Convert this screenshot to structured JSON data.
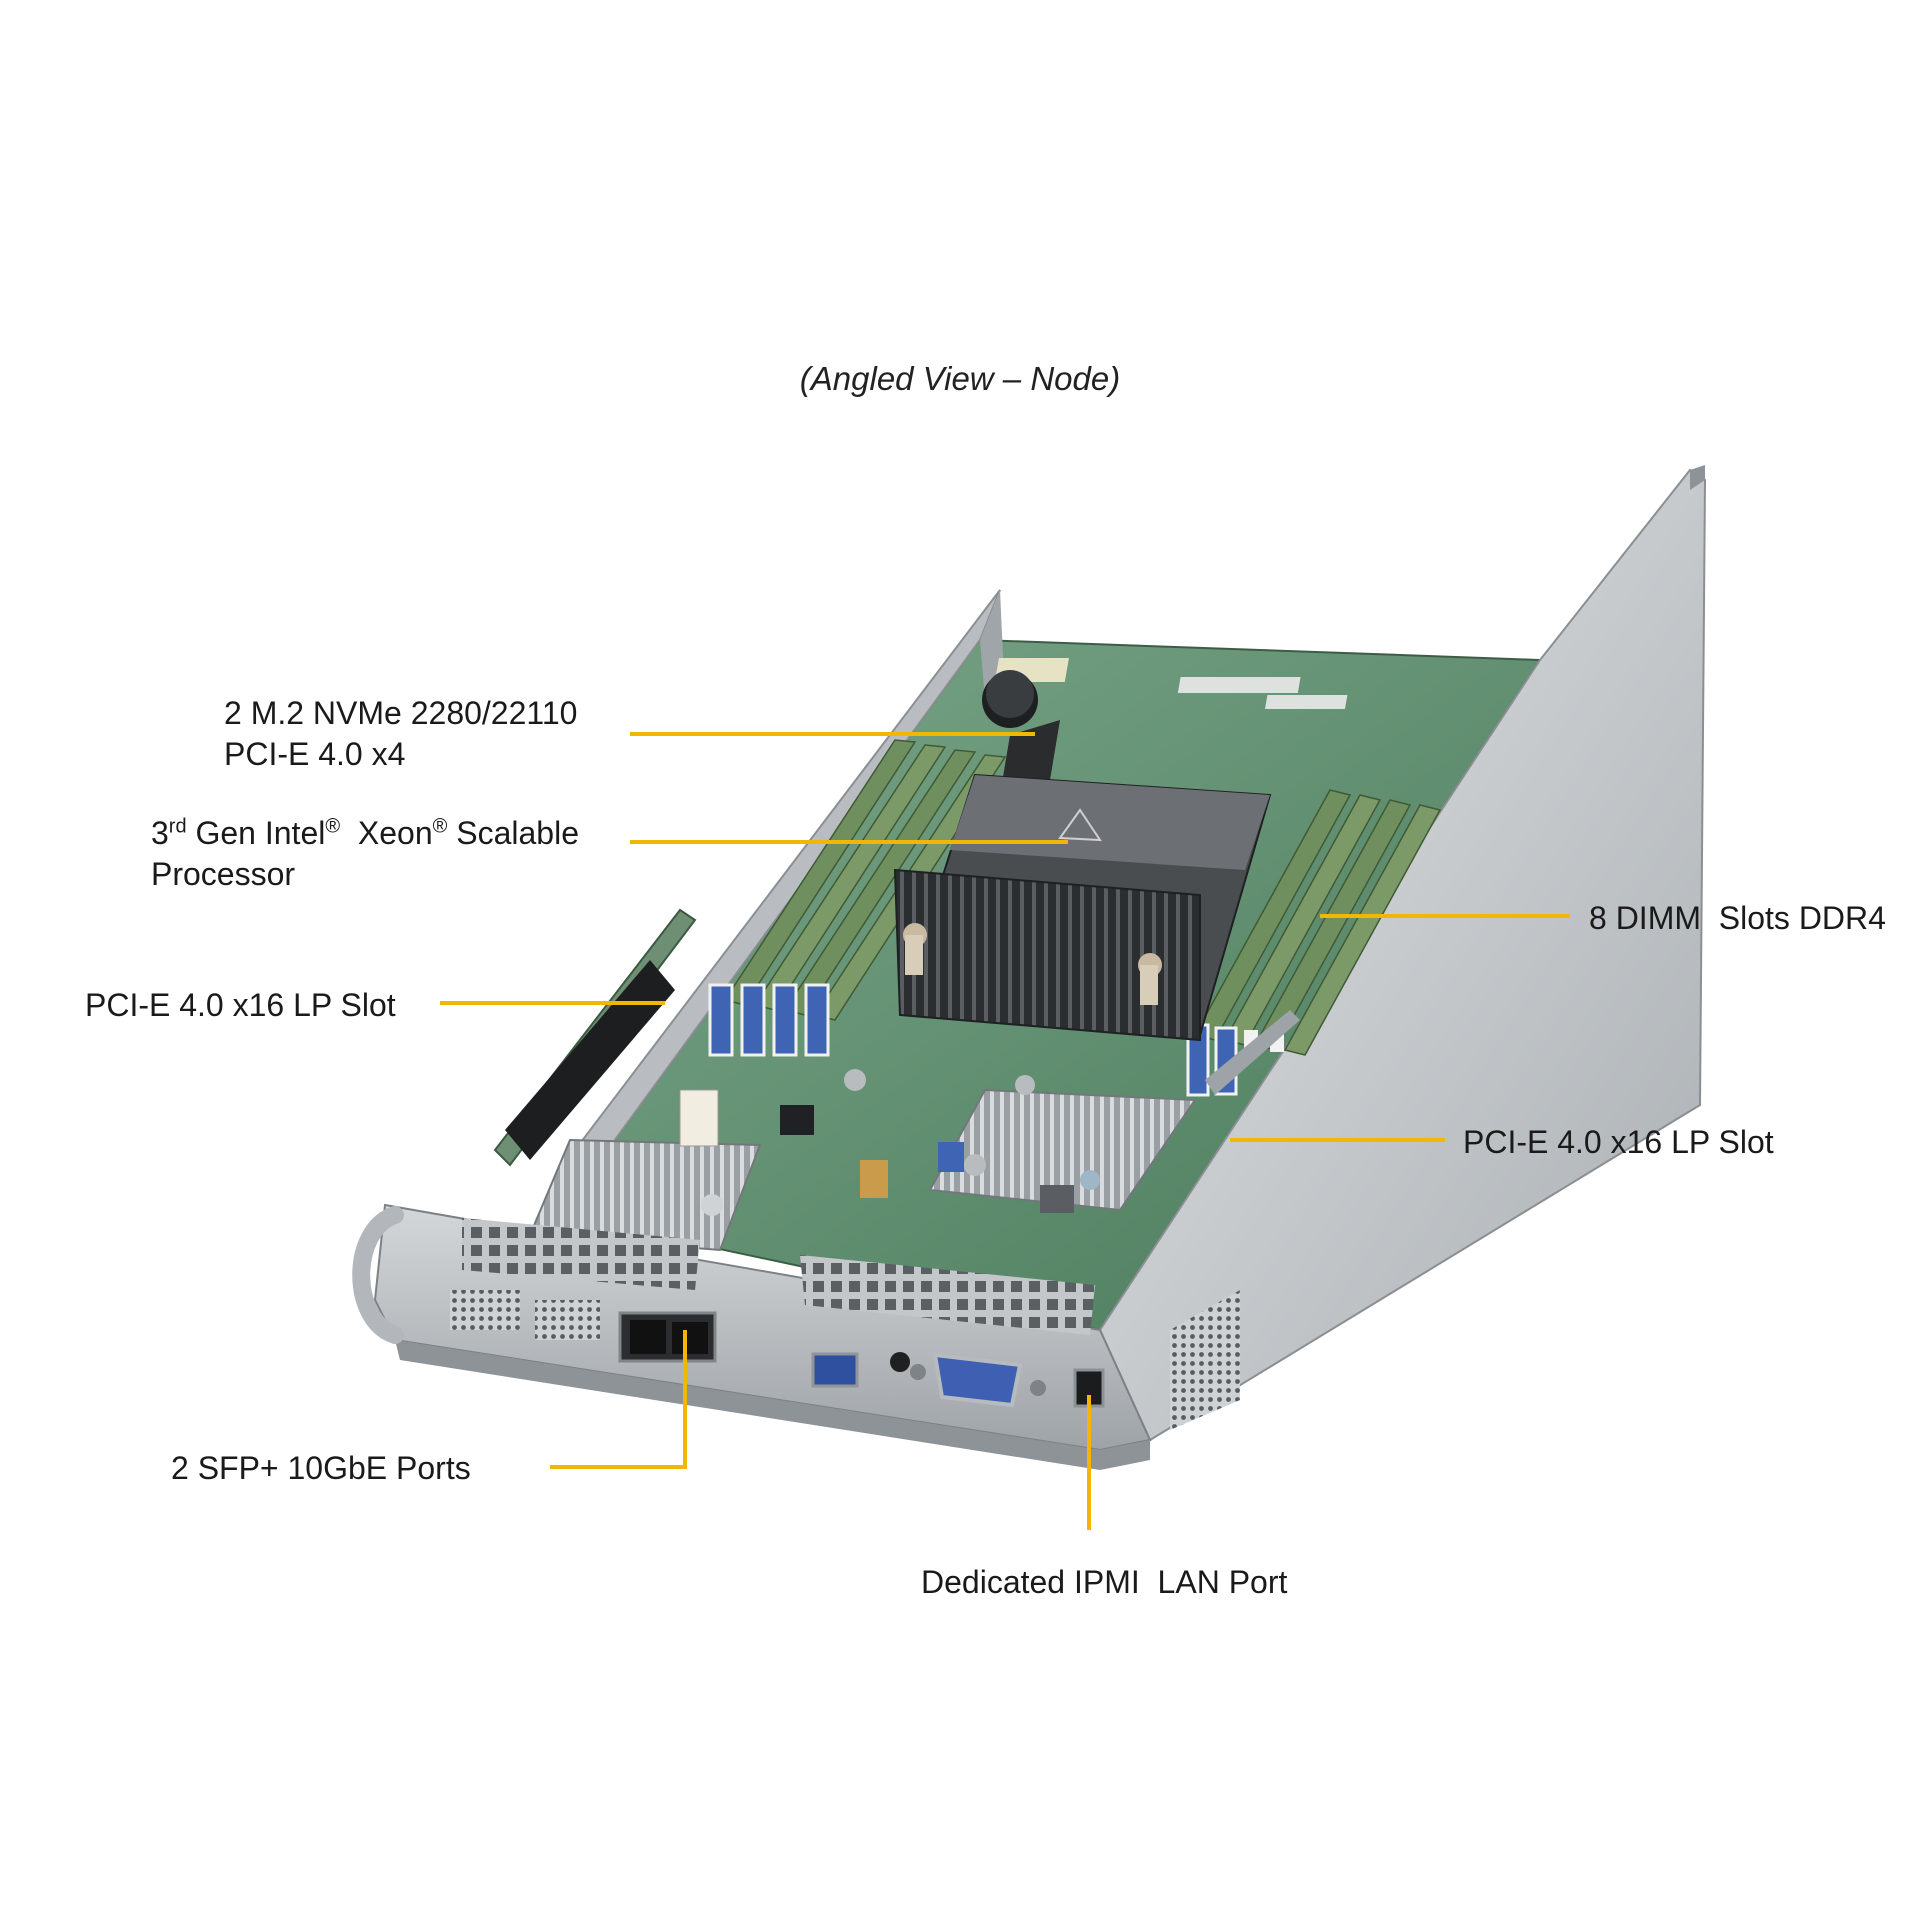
{
  "caption": "(Angled View – Node)",
  "labels": {
    "m2": {
      "line1": "2 M.2 NVMe 2280/22110",
      "line2": "PCI-E 4.0 x4"
    },
    "cpu": {
      "prefix": "3",
      "ordinal": "rd",
      "gen": " Gen Intel",
      "reg1": "®",
      "xeon": "  Xeon",
      "reg2": "®",
      "scalable": " Scalable",
      "line2": "Processor"
    },
    "pcie_left": "PCI-E 4.0 x16 LP Slot",
    "sfp": "2 SFP+ 10GbE Ports",
    "ipmi": "Dedicated IPMI  LAN Port",
    "dimm": "8 DIMM  Slots DDR4",
    "pcie_right": "PCI-E 4.0 x16 LP Slot"
  },
  "colors": {
    "leader": "#f2b705",
    "pcb": "#5f8f6f",
    "chassis": "#c7cbce",
    "heatsink": "#3a3d40",
    "dimm": "#6f8f5f",
    "dimm_latch": "#3f64b4"
  }
}
